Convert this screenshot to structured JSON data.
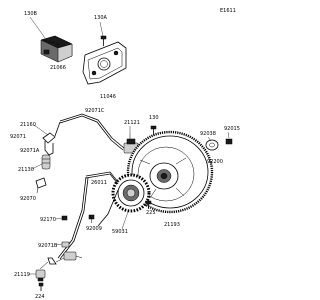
{
  "drawing_code": "E1611",
  "callouts": {
    "c_130B": "130B",
    "c_130A": "130A",
    "c_21066": "21066",
    "c_11046": "11046",
    "c_92071C": "92071C",
    "c_21160": "21160",
    "c_92071": "92071",
    "c_92071A": "92071A",
    "c_21130": "21130",
    "c_92070": "92070",
    "c_21121": "21121",
    "c_130": "130",
    "c_92038": "92038",
    "c_92015": "92015",
    "c_92200": "92200",
    "c_26011": "26011",
    "c_225": "225",
    "c_21193": "21193",
    "c_59031": "59031",
    "c_92170": "92170",
    "c_92009": "92009",
    "c_92071B": "92071B",
    "c_21119": "21119",
    "c_224": "224"
  }
}
